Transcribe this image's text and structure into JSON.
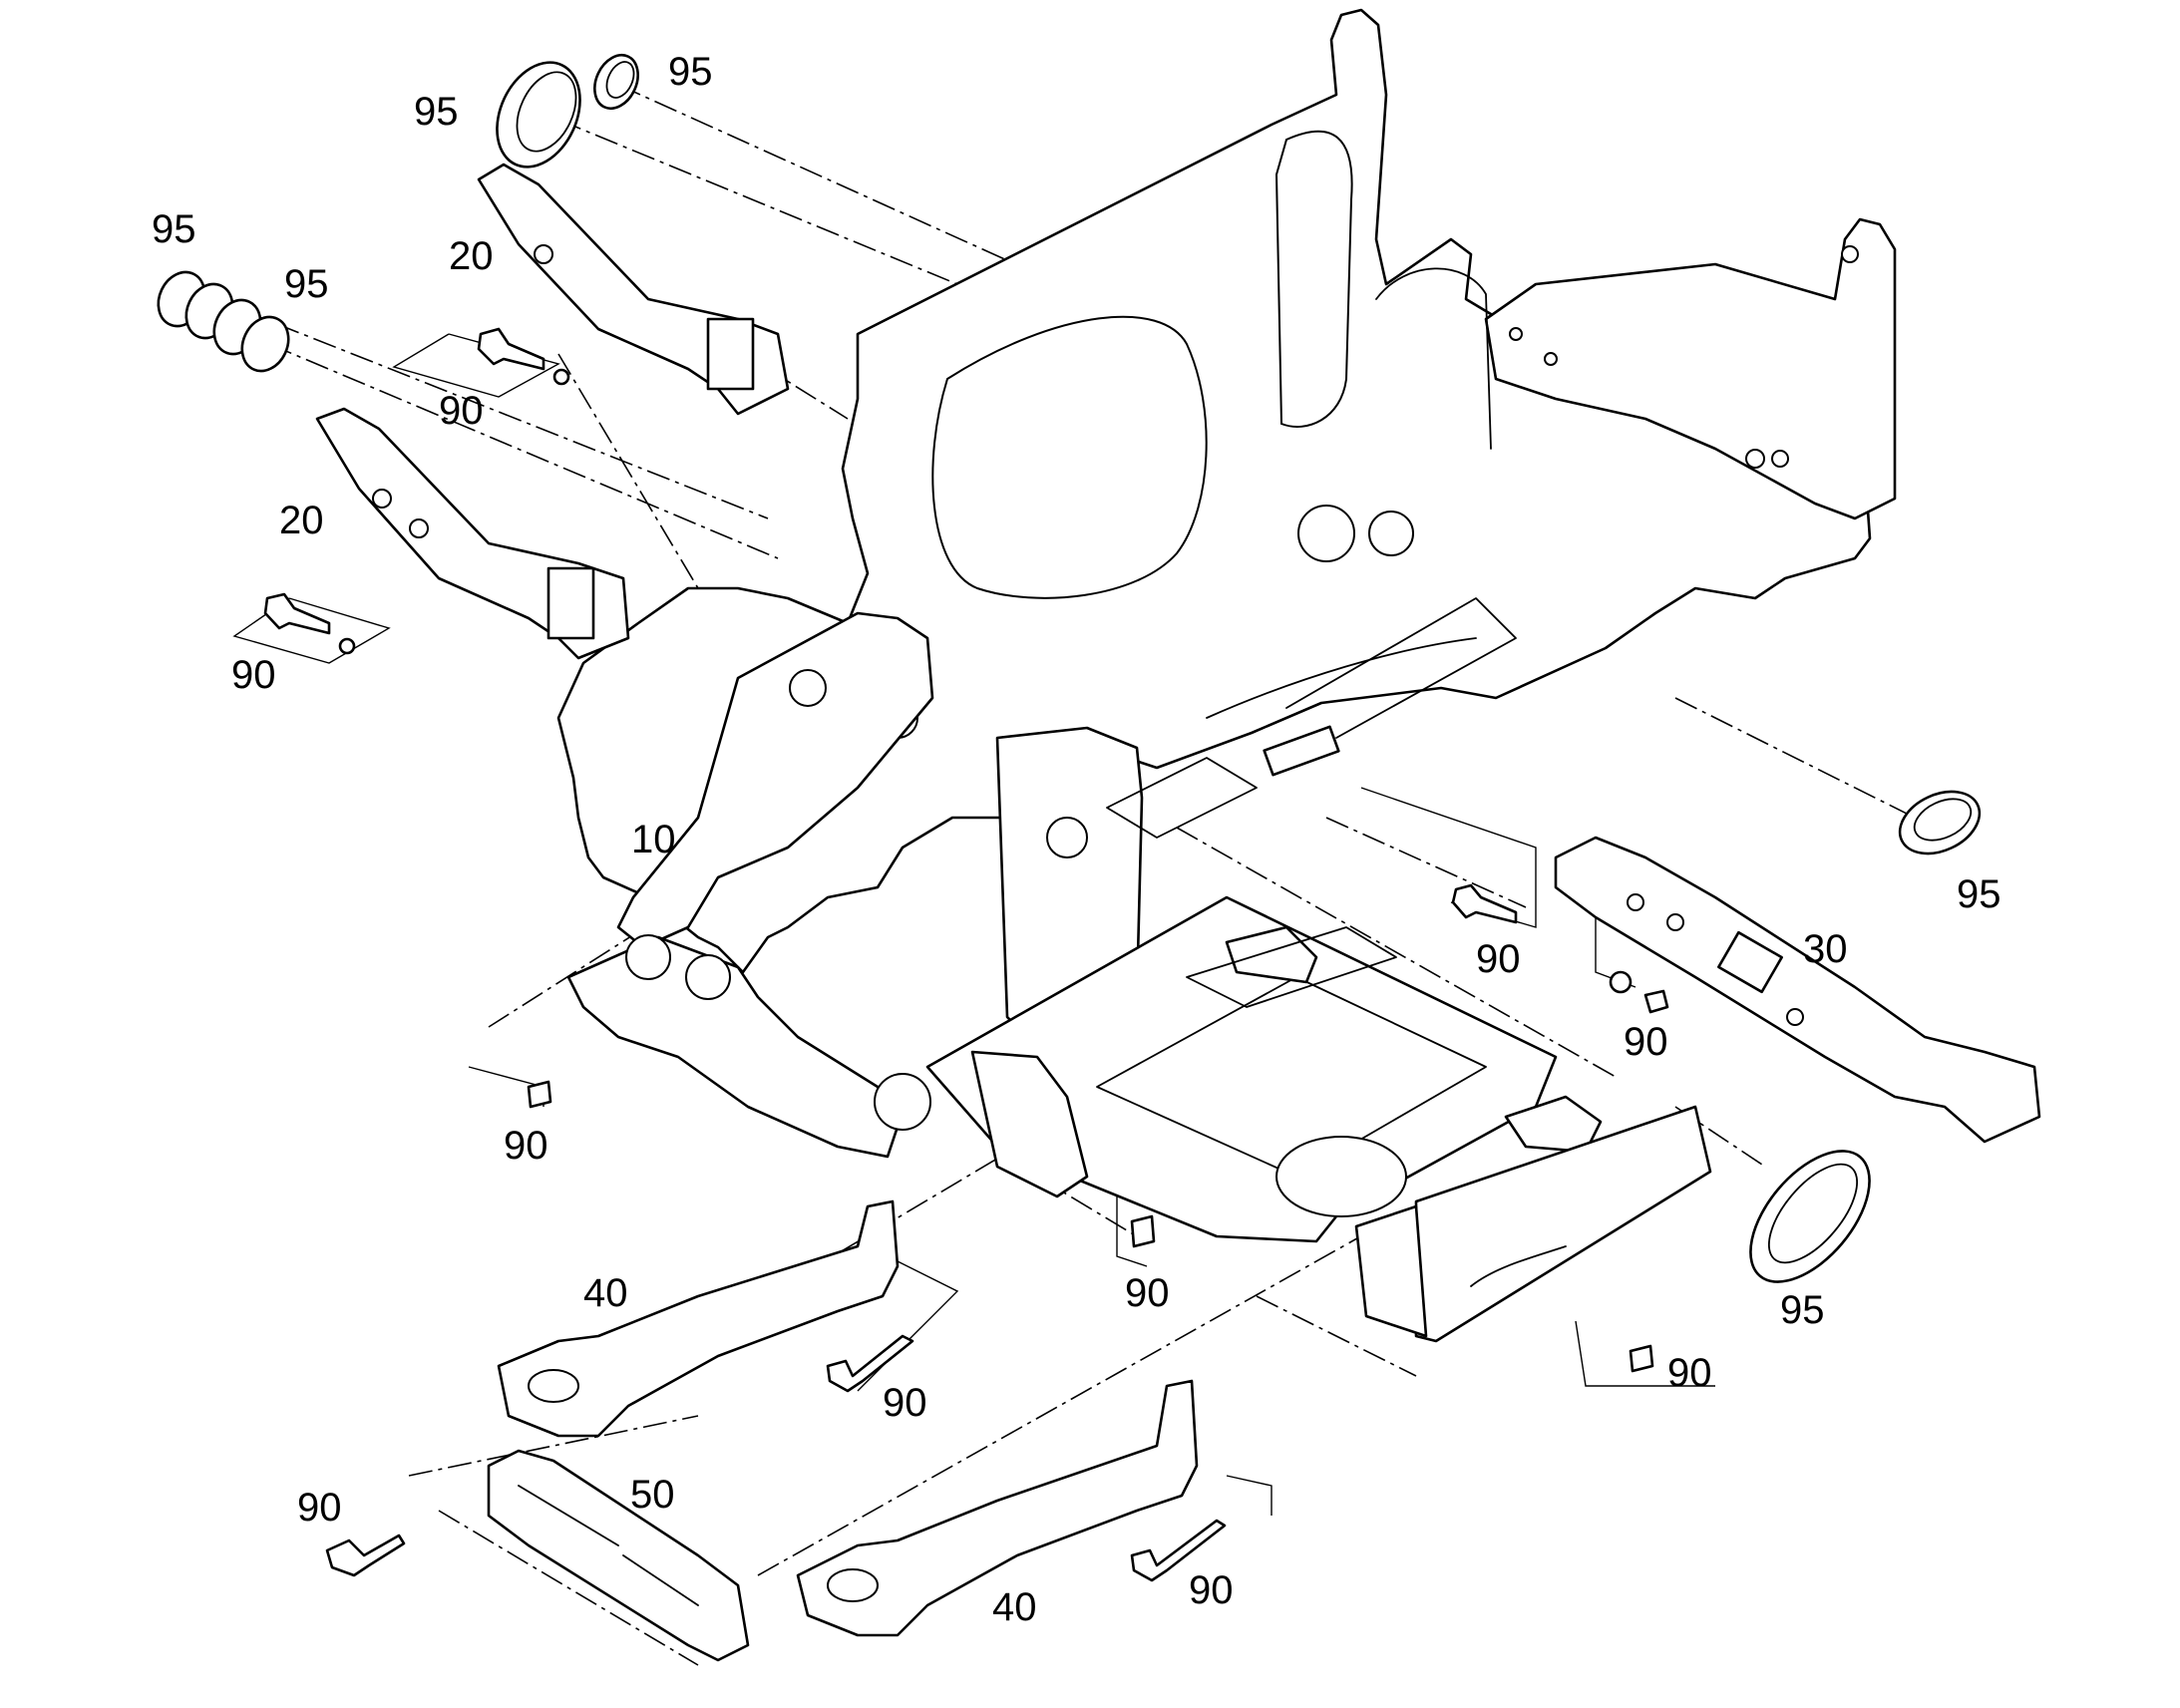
{
  "callouts": {
    "frame_10": "10",
    "arm_20_upper": "20",
    "arm_20_lower": "20",
    "arm_30": "30",
    "beam_40_upper": "40",
    "beam_40_lower": "40",
    "crossbar_50": "50",
    "bolt_90_upper_left": "90",
    "bolt_90_lower_left": "90",
    "bolt_90_right": "90",
    "nut_90_right": "90",
    "nut_90_left": "90",
    "nut_90_center": "90",
    "bolt_90_beam_upper": "90",
    "nut_90_bottom_right": "90",
    "bolt_90_crossbar": "90",
    "bolt_90_beam_lower": "90",
    "seal_95_top_left": "95",
    "seal_95_top_right": "95",
    "seal_95_left_a": "95",
    "seal_95_left_b": "95",
    "seal_95_right_upper": "95",
    "seal_95_right_lower": "95"
  },
  "colors": {
    "line": "#000000",
    "background": "#ffffff"
  }
}
